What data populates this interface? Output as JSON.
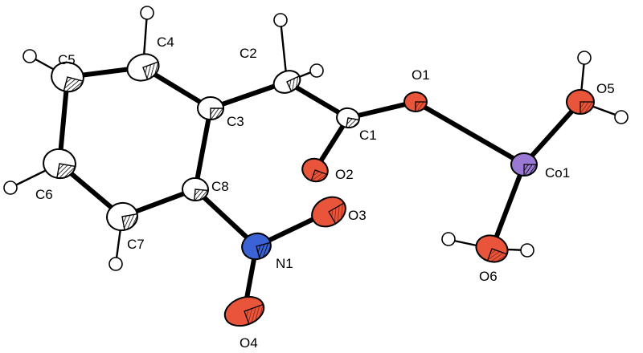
{
  "atoms": {
    "C1": "C1",
    "C2": "C2",
    "C3": "C3",
    "C4": "C4",
    "C5": "C5",
    "C6": "C6",
    "C7": "C7",
    "C8": "C8",
    "N1": "N1",
    "O1": "O1",
    "O2": "O2",
    "O3": "O3",
    "O4": "O4",
    "O5": "O5",
    "O6": "O6",
    "Co1": "Co1"
  },
  "colors": {
    "carbon": "#ffffff",
    "oxygen": "#e8553a",
    "nitrogen": "#3b63d6",
    "cobalt": "#9a79d4",
    "hydrogen": "#ffffff",
    "bond": "#000000"
  }
}
